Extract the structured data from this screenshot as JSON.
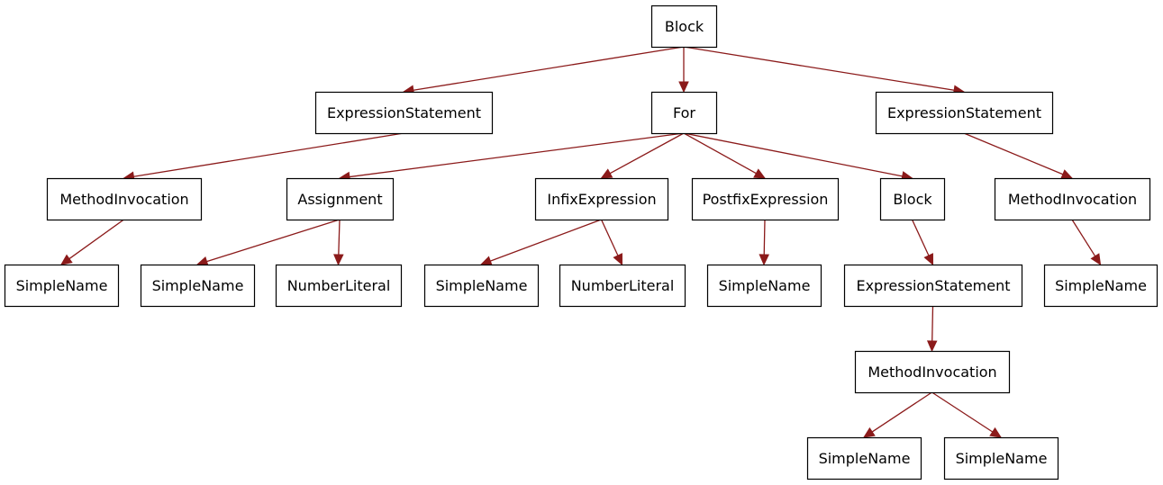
{
  "nodes": [
    {
      "id": "block-root",
      "label": "Block"
    },
    {
      "id": "expr-stmt-1",
      "label": "ExpressionStatement"
    },
    {
      "id": "for",
      "label": "For"
    },
    {
      "id": "expr-stmt-2",
      "label": "ExpressionStatement"
    },
    {
      "id": "method-inv-1",
      "label": "MethodInvocation"
    },
    {
      "id": "assignment",
      "label": "Assignment"
    },
    {
      "id": "infix-expr",
      "label": "InfixExpression"
    },
    {
      "id": "postfix-expr",
      "label": "PostfixExpression"
    },
    {
      "id": "block-inner",
      "label": "Block"
    },
    {
      "id": "method-inv-2",
      "label": "MethodInvocation"
    },
    {
      "id": "simple-name-1",
      "label": "SimpleName"
    },
    {
      "id": "simple-name-2",
      "label": "SimpleName"
    },
    {
      "id": "number-literal-1",
      "label": "NumberLiteral"
    },
    {
      "id": "simple-name-3",
      "label": "SimpleName"
    },
    {
      "id": "number-literal-2",
      "label": "NumberLiteral"
    },
    {
      "id": "simple-name-4",
      "label": "SimpleName"
    },
    {
      "id": "expr-stmt-3",
      "label": "ExpressionStatement"
    },
    {
      "id": "simple-name-5",
      "label": "SimpleName"
    },
    {
      "id": "method-inv-3",
      "label": "MethodInvocation"
    },
    {
      "id": "simple-name-6",
      "label": "SimpleName"
    },
    {
      "id": "simple-name-7",
      "label": "SimpleName"
    }
  ],
  "edges": [
    {
      "from": "block-root",
      "to": "expr-stmt-1"
    },
    {
      "from": "block-root",
      "to": "for"
    },
    {
      "from": "block-root",
      "to": "expr-stmt-2"
    },
    {
      "from": "expr-stmt-1",
      "to": "method-inv-1"
    },
    {
      "from": "method-inv-1",
      "to": "simple-name-1"
    },
    {
      "from": "for",
      "to": "assignment"
    },
    {
      "from": "for",
      "to": "infix-expr"
    },
    {
      "from": "for",
      "to": "postfix-expr"
    },
    {
      "from": "for",
      "to": "block-inner"
    },
    {
      "from": "assignment",
      "to": "simple-name-2"
    },
    {
      "from": "assignment",
      "to": "number-literal-1"
    },
    {
      "from": "infix-expr",
      "to": "simple-name-3"
    },
    {
      "from": "infix-expr",
      "to": "number-literal-2"
    },
    {
      "from": "postfix-expr",
      "to": "simple-name-4"
    },
    {
      "from": "block-inner",
      "to": "expr-stmt-3"
    },
    {
      "from": "expr-stmt-3",
      "to": "method-inv-3"
    },
    {
      "from": "method-inv-3",
      "to": "simple-name-6"
    },
    {
      "from": "method-inv-3",
      "to": "simple-name-7"
    },
    {
      "from": "expr-stmt-2",
      "to": "method-inv-2"
    },
    {
      "from": "method-inv-2",
      "to": "simple-name-5"
    }
  ],
  "colors": {
    "edge": "#8b1a1a",
    "node_border": "#000000",
    "node_fill": "#ffffff",
    "text": "#000000"
  }
}
